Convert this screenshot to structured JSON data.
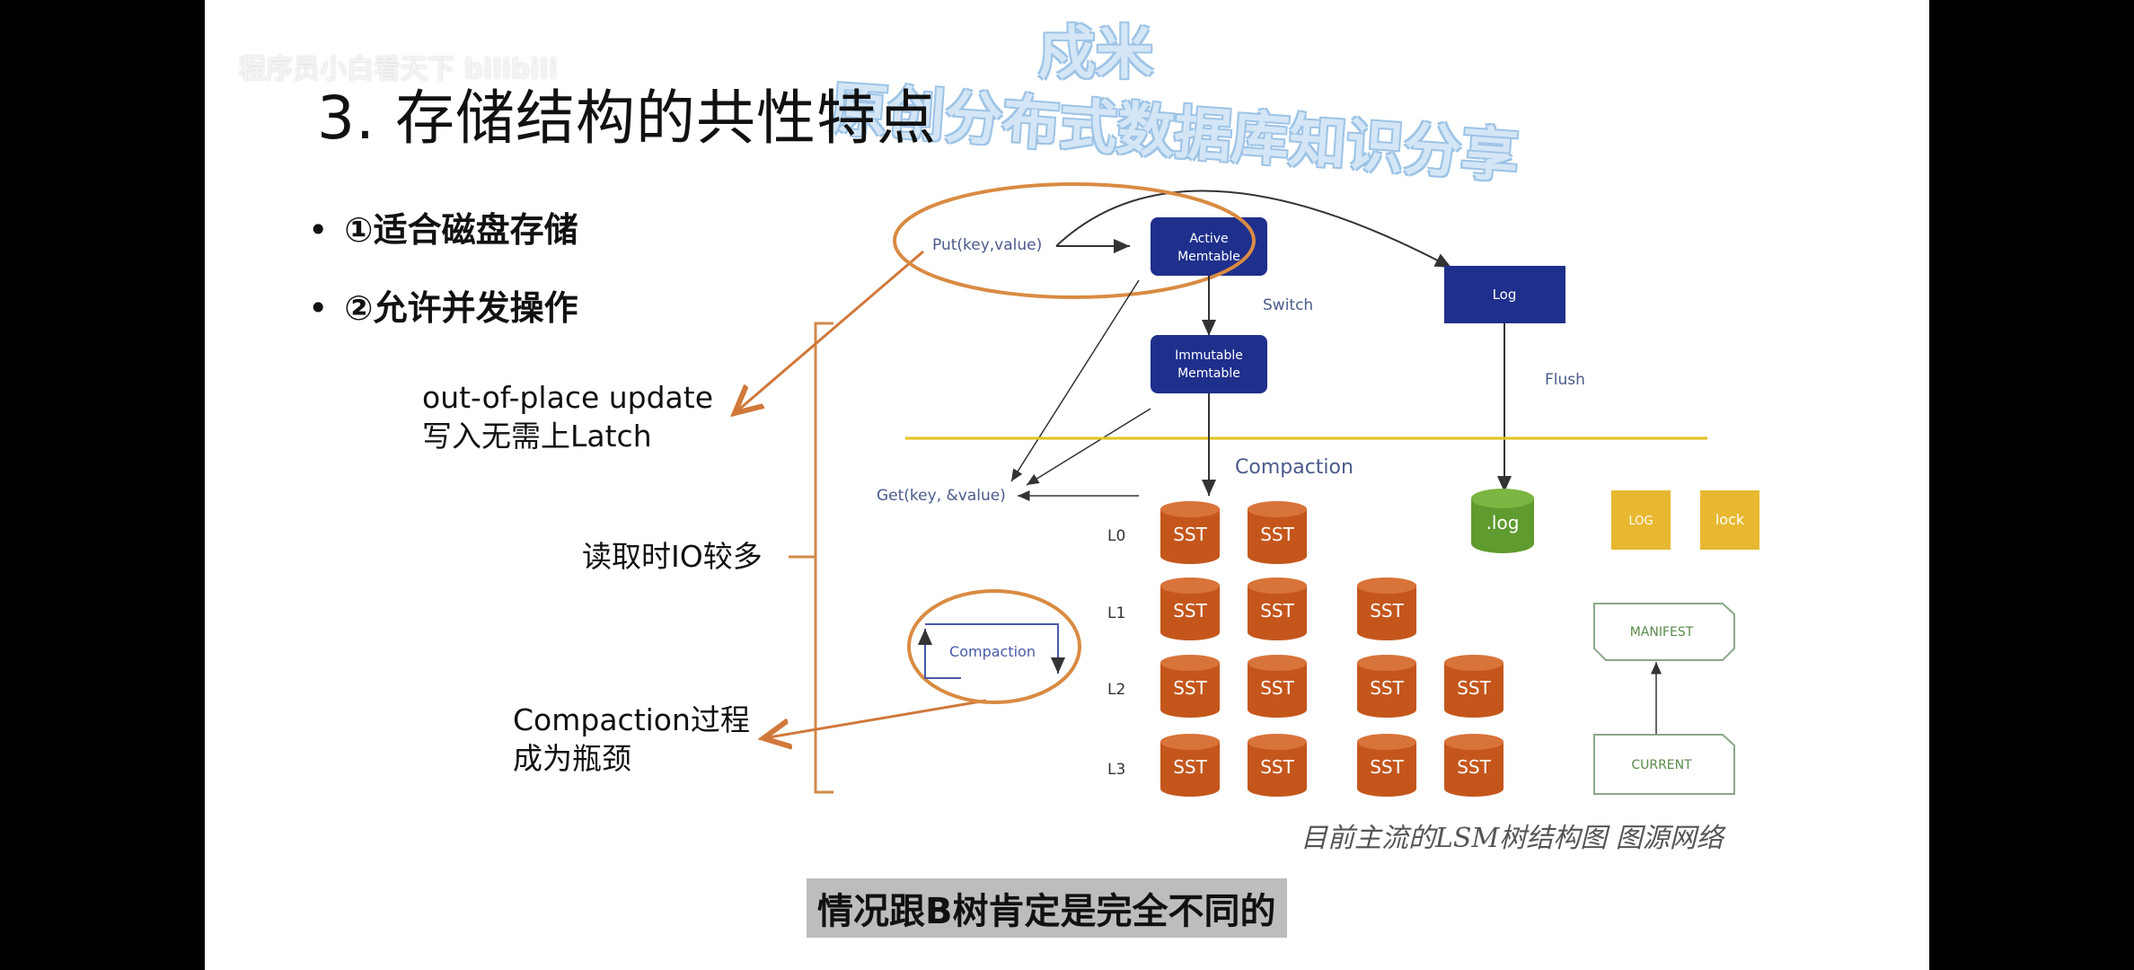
{
  "slide": {
    "title": "3. 存储结构的共性特点",
    "bullets": [
      "①适合磁盘存储",
      "②允许并发操作"
    ],
    "bullet_marker": "•",
    "notes": {
      "out_of_place_line1": "out-of-place update",
      "out_of_place_line2": "写入无需上Latch",
      "read_io": "读取时IO较多",
      "compaction_line1": "Compaction过程",
      "compaction_line2": "成为瓶颈"
    },
    "diagram_caption": "目前主流的LSM树结构图 图源网络",
    "subtitle": "情况跟B树肯定是完全不同的"
  },
  "watermark": {
    "top_left": "程序员小白看天下 bilibili",
    "line1": "戍米",
    "line2": "原创分布式数据库知识分享"
  },
  "diagram": {
    "put_label": "Put(key,value)",
    "get_label": "Get(key, &value)",
    "active_memtable": [
      "Active",
      "Memtable"
    ],
    "immutable_memtable": [
      "Immutable",
      "Memtable"
    ],
    "log_box": "Log",
    "switch_label": "Switch",
    "flush_label": "Flush",
    "compaction_label": "Compaction",
    "compaction_loop_label": "Compaction",
    "levels": [
      "L0",
      "L1",
      "L2",
      "L3"
    ],
    "sst_label": "SST",
    "sst_counts": [
      2,
      3,
      4,
      4
    ],
    "log_file": ".log",
    "small_files": [
      "LOG",
      "lock"
    ],
    "manifest": "MANIFEST",
    "current": "CURRENT"
  },
  "colors": {
    "navy_box": "#1f2f8c",
    "sst": "#c4561c",
    "log_cyl": "#5f9b2e",
    "yellow_file": "#e8b830",
    "orange_ring": "#d98b42",
    "yellow_line": "#e3c21e"
  }
}
